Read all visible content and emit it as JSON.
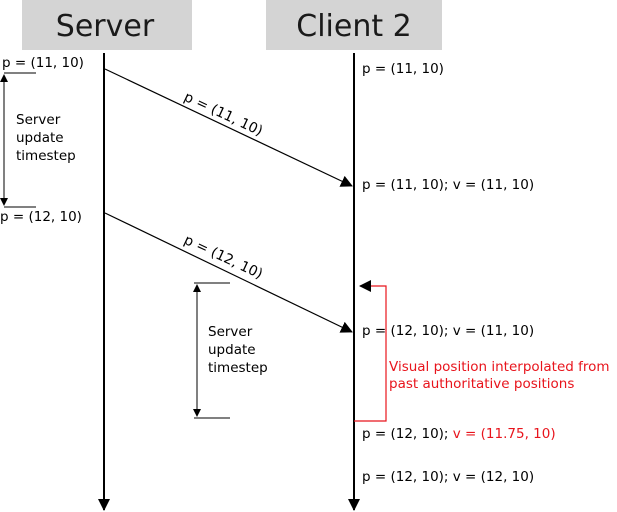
{
  "headers": {
    "server": "Server",
    "client": "Client 2"
  },
  "server_labels": {
    "p1": "p = (11, 10)",
    "p2": "p = (12, 10)"
  },
  "timestep_left": [
    "Server",
    "update",
    "timestep"
  ],
  "timestep_mid": [
    "Server",
    "update",
    "timestep"
  ],
  "messages": {
    "m1": "p = (11, 10)",
    "m2": "p = (12, 10)"
  },
  "client_states": {
    "s0": "p = (11, 10)",
    "s1": "p = (11, 10); v = (11, 10)",
    "s2": "p = (12, 10); v = (11, 10)",
    "s3_prefix": "p = (12, 10); ",
    "s3_red": "v = (11.75, 10)",
    "s4": "p = (12, 10); v = (12, 10)"
  },
  "interpolation_note": [
    "Visual position interpolated from",
    "past authoritative positions"
  ],
  "colors": {
    "header_bg": "#d4d4d4",
    "line": "#000000",
    "highlight": "#e8141c"
  }
}
